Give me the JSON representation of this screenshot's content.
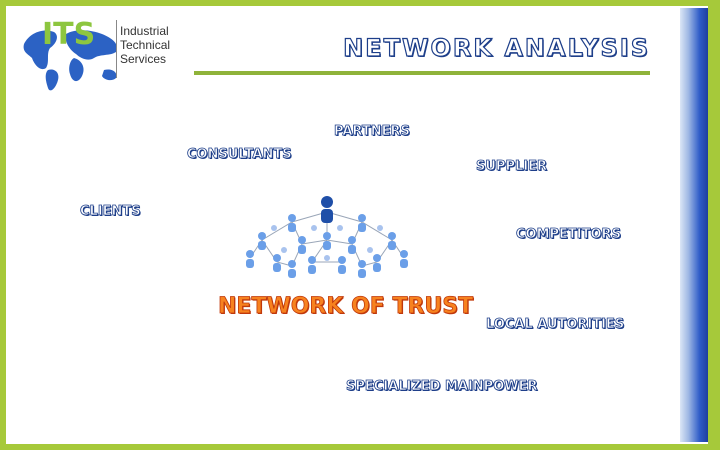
{
  "colors": {
    "frame": "#a6c93a",
    "accent_blue": "#1e3f8a",
    "trust_orange": "#f7821f",
    "logo_green": "#8dc63f"
  },
  "logo": {
    "mark": "ITS",
    "text": "Industrial\nTechnical\nServices",
    "icon": "world-map-icon"
  },
  "title": "NETWORK ANALYSIS",
  "labels": {
    "partners": "PARTNERS",
    "consultants": "CONSULTANTS",
    "supplier": "SUPPLIER",
    "clients": "CLIENTS",
    "competitors": "COMPETITORS",
    "local_authorities": "LOCAL AUTORITIES",
    "specialized_manpower": "SPECIALIZED MAINPOWER"
  },
  "center": {
    "caption": "NETWORK OF TRUST",
    "icon": "people-network-icon"
  }
}
